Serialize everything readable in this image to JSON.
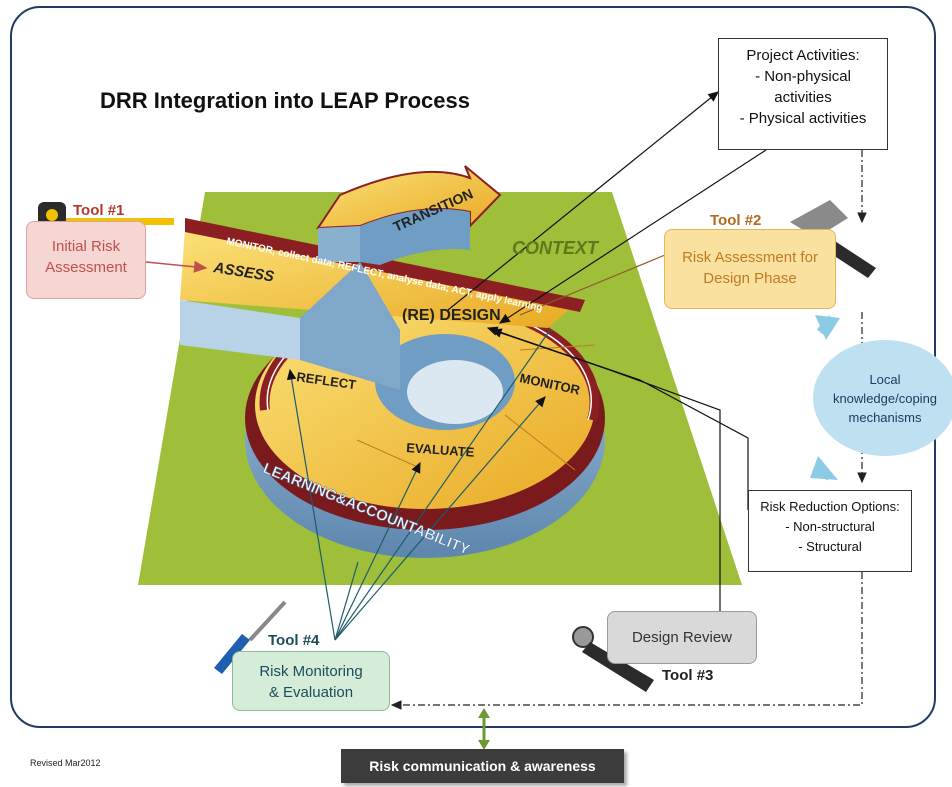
{
  "title": "DRR Integration into LEAP Process",
  "tools": {
    "tool1": {
      "tag": "Tool #1",
      "label_l1": "Initial Risk",
      "label_l2": "Assessment"
    },
    "tool2": {
      "tag": "Tool #2",
      "label_l1": "Risk  Assessment for",
      "label_l2": "Design Phase"
    },
    "tool3": {
      "tag": "Tool #3",
      "label": "Design Review"
    },
    "tool4": {
      "tag": "Tool #4",
      "label_l1": "Risk Monitoring",
      "label_l2": "& Evaluation"
    }
  },
  "project_activities": {
    "heading": "Project Activities:",
    "l1": "- Non-physical",
    "l2": "activities",
    "l3": "- Physical activities"
  },
  "local_knowledge": {
    "l1": "Local",
    "l2": "knowledge/coping",
    "l3": "mechanisms"
  },
  "risk_reduction": {
    "heading": "Risk Reduction Options:",
    "l1": "- Non-structural",
    "l2": "- Structural"
  },
  "cycle": {
    "banner_text": "MONITOR, collect data; REFLECT, analyse data; ACT, apply learning",
    "assess": "ASSESS",
    "transition": "TRANSITION",
    "context": "CONTEXT",
    "design": "(RE) DESIGN",
    "reflect": "REFLECT",
    "monitor": "MONITOR",
    "evaluate": "EVALUATE",
    "learning": "LEARNING&ACCOUNTABILITY"
  },
  "footer": {
    "revised": "Revised Mar2012",
    "banner": "Risk communication & awareness"
  },
  "colors": {
    "frame": "#1f3d63",
    "green_board": "#9fbf3a",
    "cycle_yellow": "#f4c640",
    "cycle_red": "#8c1f22",
    "cycle_blue": "#7fa7c9",
    "tool1_fill": "#f6d6d3",
    "tool2_fill": "#fbe1a0",
    "tool3_fill": "#d9d9d9",
    "tool4_fill": "#d5ecd9",
    "local_fill": "#bfe0f0"
  }
}
